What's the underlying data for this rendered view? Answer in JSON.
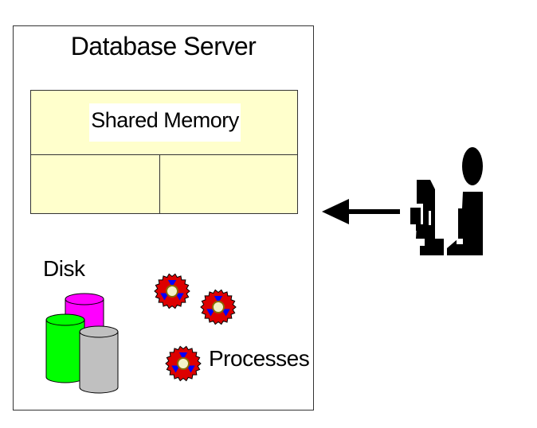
{
  "diagram": {
    "server": {
      "title": "Database Server"
    },
    "shared_memory": {
      "label": "Shared Memory",
      "fill_color": "#FFFFCC"
    },
    "disk": {
      "label": "Disk",
      "cylinder_colors": [
        "#FF00FF",
        "#00FF00",
        "#C0C0C0"
      ]
    },
    "processes": {
      "label": "Processes",
      "gear_color": "#DD0000",
      "triangle_color": "#0000FF",
      "hub_color": "#F2F2C8"
    },
    "client": {
      "icon": "user-at-computer-icon",
      "arrow_direction": "left"
    }
  }
}
